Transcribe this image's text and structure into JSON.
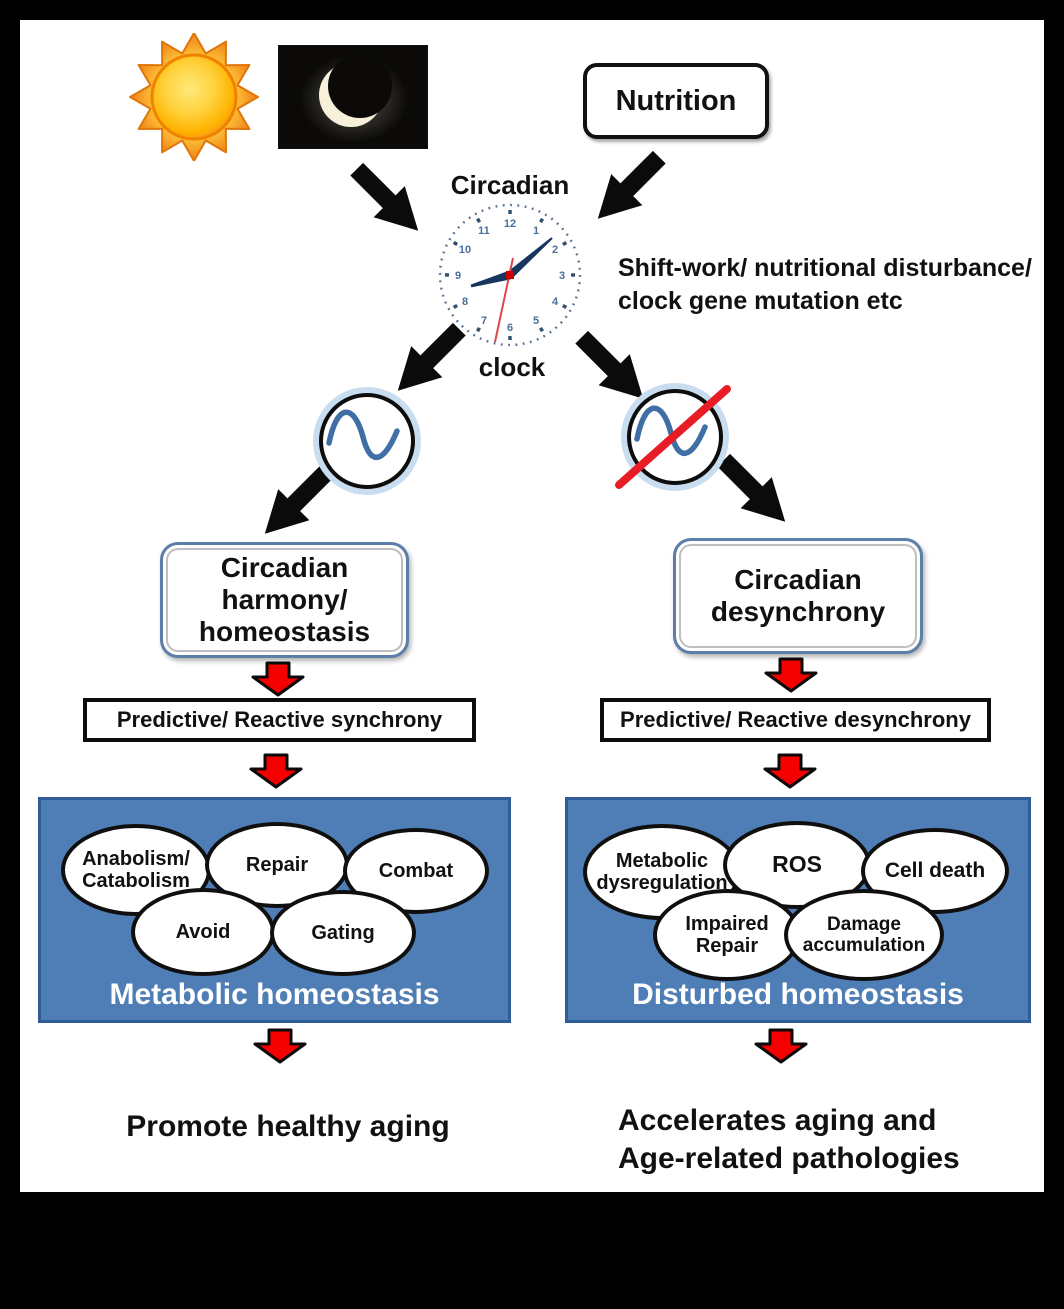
{
  "colors": {
    "panel_blue": "#4f7db5",
    "panel_border_blue": "#2f5b96",
    "arrow_red": "#f40000",
    "hand_navy": "#17365d",
    "sine_blue": "#3f6fa5",
    "slash_red": "#e81c24",
    "glow_blue": "#c9ddf0",
    "sun_orange": "#f6921e",
    "sun_yellow": "#ffd23e"
  },
  "top": {
    "nutrition_label": "Nutrition",
    "clock_title": "Circadian",
    "clock_caption": "clock",
    "disturbance_text": "Shift-work/ nutritional disturbance/\nclock gene mutation etc"
  },
  "clock": {
    "numerals": [
      "1",
      "2",
      "3",
      "4",
      "5",
      "6",
      "7",
      "8",
      "9",
      "10",
      "11",
      "12"
    ]
  },
  "left_branch": {
    "state_box": "Circadian\nharmony/\nhomeostasis",
    "sync_bar": "Predictive/ Reactive synchrony",
    "panel": {
      "ovals": [
        "Anabolism/\nCatabolism",
        "Repair",
        "Combat",
        "Avoid",
        "Gating"
      ],
      "caption": "Metabolic homeostasis"
    },
    "outcome": "Promote healthy aging"
  },
  "right_branch": {
    "state_box": "Circadian\ndesynchrony",
    "sync_bar": "Predictive/ Reactive desynchrony",
    "panel": {
      "ovals": [
        "Metabolic\ndysregulation",
        "ROS",
        "Cell death",
        "Impaired\nRepair",
        "Damage\naccumulation"
      ],
      "caption": "Disturbed homeostasis"
    },
    "outcome": "Accelerates aging and\nAge-related pathologies"
  }
}
